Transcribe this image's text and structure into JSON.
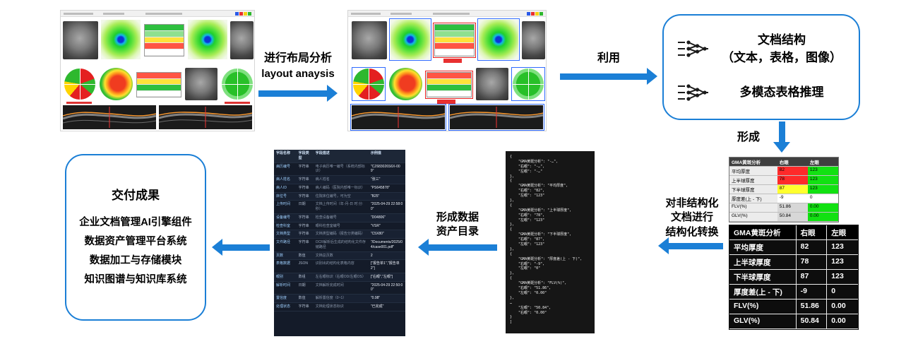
{
  "arrows": {
    "a1_cn": "进行布局分析",
    "a1_en": "layout anaysis",
    "a2": "利用",
    "a3": "形成",
    "a4": [
      "对非结构化",
      "文档进行",
      "结构化转换"
    ],
    "a5": [
      "形成数据",
      "资产目录"
    ]
  },
  "nn_box": {
    "item1": [
      "文档结构",
      "（文本，表格，图像）"
    ],
    "item2": "多模态表格推理"
  },
  "deliverables": {
    "title": "交付成果",
    "items": [
      "企业文档管理AI引擎组件",
      "数据资产管理平台系统",
      "数据加工与存储模块",
      "知识图谱与知识库系统"
    ]
  },
  "colored_table": {
    "title": "GMA黄斑分析",
    "columns": [
      "右眼",
      "左眼"
    ],
    "rows": [
      [
        {
          "t": "平均厚度",
          "bg": "#ececec"
        },
        {
          "t": "82",
          "bg": "#fe2a2a"
        },
        {
          "t": "123",
          "bg": "#12e112"
        }
      ],
      [
        {
          "t": "上半球厚度",
          "bg": "#ececec"
        },
        {
          "t": "78",
          "bg": "#fe2a2a"
        },
        {
          "t": "123",
          "bg": "#12e112"
        }
      ],
      [
        {
          "t": "下半球厚度",
          "bg": "#ececec"
        },
        {
          "t": "87",
          "bg": "#ffff2e"
        },
        {
          "t": "123",
          "bg": "#12e112"
        }
      ],
      [
        {
          "t": "厚度差(上 - 下)",
          "bg": "#ececec"
        },
        {
          "t": "-9",
          "bg": "#ffffff"
        },
        {
          "t": "0",
          "bg": "#ffffff"
        }
      ],
      [
        {
          "t": "FLV(%)",
          "bg": "#ececec"
        },
        {
          "t": "51.86",
          "bg": "#d7d7d7"
        },
        {
          "t": "0.00",
          "bg": "#12e112"
        }
      ],
      [
        {
          "t": "GLV(%)",
          "bg": "#ececec"
        },
        {
          "t": "50.84",
          "bg": "#d7d7d7"
        },
        {
          "t": "0.00",
          "bg": "#12e112"
        }
      ]
    ]
  },
  "result_table": {
    "title": "GMA黄斑分析",
    "columns": [
      "右眼",
      "左眼"
    ],
    "rows": [
      [
        "平均厚度",
        "82",
        "123"
      ],
      [
        "上半球厚度",
        "78",
        "123"
      ],
      [
        "下半球厚度",
        "87",
        "123"
      ],
      [
        "厚度差(上 - 下)",
        "-9",
        "0"
      ],
      [
        "FLV(%)",
        "51.86",
        "0.00"
      ],
      [
        "GLV(%)",
        "50.84",
        "0.00"
      ]
    ]
  },
  "json_block": {
    "lines": [
      "{",
      "    \"GMA黄斑分析\": \"-…\",",
      "    \"右眼\": \"-…\",",
      "    \"左眼\": \"-…\"",
      "},",
      "{",
      "    \"GMA黄斑分析\": \"平均厚度\",",
      "    \"右眼\": \"82\",",
      "    \"左眼\": \"123\"",
      "},",
      "{",
      "    \"GMA黄斑分析\": \"上半球厚度\",",
      "    \"右眼\": \"78\",",
      "    \"左眼\": \"123\"",
      "},",
      "{",
      "    \"GMA黄斑分析\": \"下半球厚度\",",
      "    \"右眼\": \"87\",",
      "    \"左眼\": \"123\"",
      "},",
      "{",
      "    \"GMA黄斑分析\": \"厚度差(上 - 下)\",",
      "    \"右眼\": \"-9\",",
      "    \"左眼\": \"0\"",
      "},",
      "{",
      "    \"GMA黄斑分析\": \"FLV(%)\",",
      "    \"右眼\": \"51.86\",",
      "    \"左眼\": \"0.00\"",
      "},",
      "…",
      "    \"左眼\": \"50.84\",",
      "    \"右眼\": \"0.00\"",
      "}",
      "]"
    ]
  },
  "catalog": {
    "columns": [
      "字段名称",
      "字段类型",
      "字段描述",
      "示例值"
    ],
    "rows": [
      [
        "病历编号",
        "字符串",
        "电子病历唯一编号（系统内部标识）",
        "\"CZ683026S6X-009\""
      ],
      [
        "病人姓名",
        "字符串",
        "病人姓名",
        "\"张三\""
      ],
      [
        "病人ID",
        "字符串",
        "病人编码（医院内部唯一标识）",
        "\"PS645878\""
      ],
      [
        "床位号",
        "字符串",
        "住院床位编号，可为空",
        "\"B25\""
      ],
      [
        "上传时间",
        "日期",
        "文档上传时间（年-月-日 时:分:秒）",
        "\"2025-04-29 22:58:00\""
      ],
      [
        "设备编号",
        "字符串",
        "检查设备编号",
        "\"D04806\""
      ],
      [
        "检查科室",
        "字符串",
        "眼科检查室编号",
        "\"VSR\""
      ],
      [
        "文档类型",
        "字符串",
        "文档类型编码（报告分类编码）",
        "\"C5X80\""
      ],
      [
        "文件路径",
        "字符串",
        "OCR解析后生成的结构化文件存储路径",
        "\"/Documents/2025/04/case001.pdf\""
      ],
      [
        "页数",
        "数值",
        "文档总页数",
        "2"
      ],
      [
        "表格数据",
        "JSON",
        "识别出的结构化表格内容",
        "[\"报告单1\",\"报告单2\"]"
      ],
      [
        "眼别",
        "数组",
        "左右眼标识（右眼OD/左眼OS）",
        "[\"右眼\",\"左眼\"]"
      ],
      [
        "解析时间",
        "日期",
        "文档解析完成时间",
        "\"2025-04-29 22:50:00\""
      ],
      [
        "置信度",
        "数值",
        "解析置信度（0~1）",
        "\"0.98\""
      ],
      [
        "处理状态",
        "字符串",
        "文档处理状态标识",
        "\"已完成\""
      ]
    ]
  }
}
